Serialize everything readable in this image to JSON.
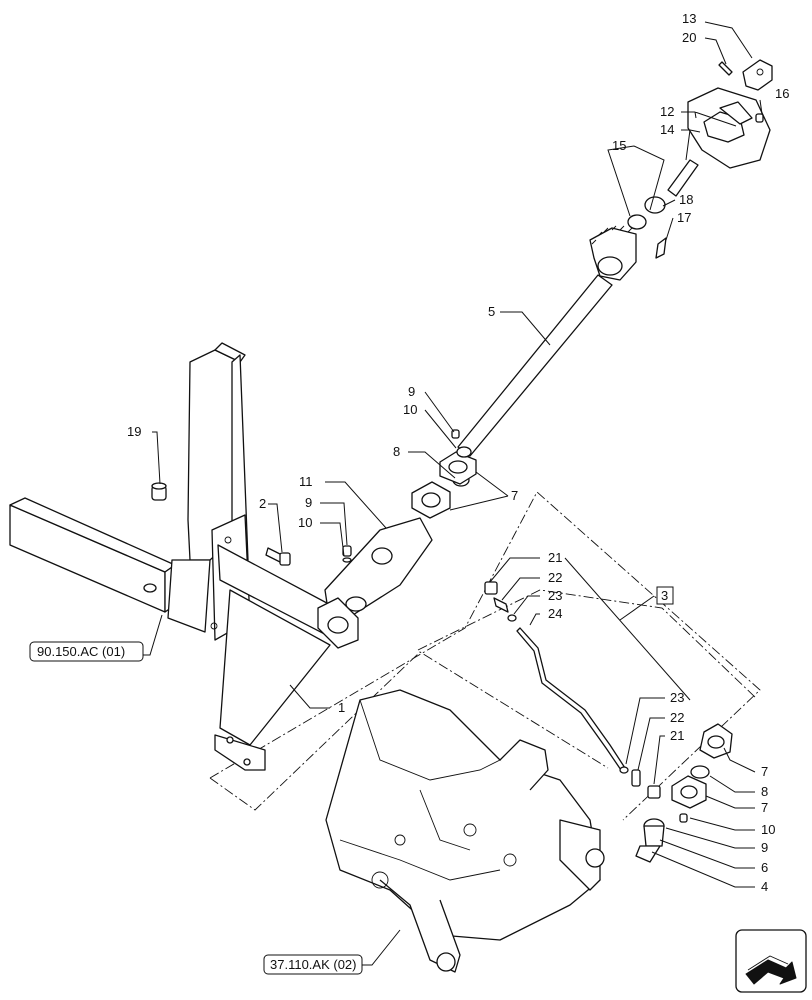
{
  "callouts": {
    "c13": "13",
    "c20": "20",
    "c16": "16",
    "c12": "12",
    "c14": "14",
    "c15": "15",
    "c18": "18",
    "c17": "17",
    "c5": "5",
    "c9a": "9",
    "c10a": "10",
    "c8a": "8",
    "c7a": "7",
    "c19": "19",
    "c2": "2",
    "c11": "11",
    "c9b": "9",
    "c10b": "10",
    "c21a": "21",
    "c22a": "22",
    "c23a": "23",
    "c24": "24",
    "c3": "3",
    "c1": "1",
    "c23b": "23",
    "c22b": "22",
    "c21b": "21",
    "c7b": "7",
    "c8b": "8",
    "c7c": "7",
    "c10c": "10",
    "c9c": "9",
    "c6": "6",
    "c4": "4"
  },
  "references": {
    "ref_frame": "90.150.AC (01)",
    "ref_housing": "37.110.AK (02)"
  },
  "navigation": {
    "icon": "next-page-arrow-icon"
  }
}
